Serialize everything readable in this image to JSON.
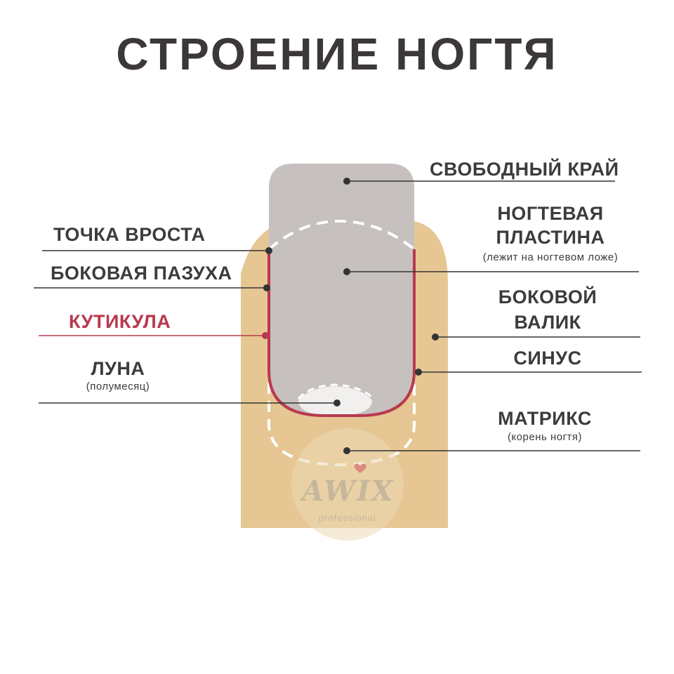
{
  "title": "СТРОЕНИЕ НОГТЯ",
  "labels": {
    "free_edge": "СВОБОДНЫЙ КРАЙ",
    "nail_plate_line1": "НОГТЕВАЯ",
    "nail_plate_line2": "ПЛАСТИНА",
    "nail_plate_note": "(лежит на ногтевом ложе)",
    "lateral_fold_line1": "БОКОВОЙ",
    "lateral_fold_line2": "ВАЛИК",
    "sinus": "СИНУС",
    "matrix": "МАТРИКС",
    "matrix_note": "(корень ногтя)",
    "growth_point": "ТОЧКА ВРОСТА",
    "lateral_sinus": "БОКОВАЯ ПАЗУХА",
    "cuticle": "КУТИКУЛА",
    "lunula": "ЛУНА",
    "lunula_note": "(полумесяц)"
  },
  "logo": {
    "name": "AWIX",
    "tagline": "professional"
  },
  "colors": {
    "skin": "#e6c793",
    "nail": "#c6c0bf",
    "cuticle": "#b8394e",
    "lines": "#333333",
    "lunula": "#f2f0ee"
  }
}
